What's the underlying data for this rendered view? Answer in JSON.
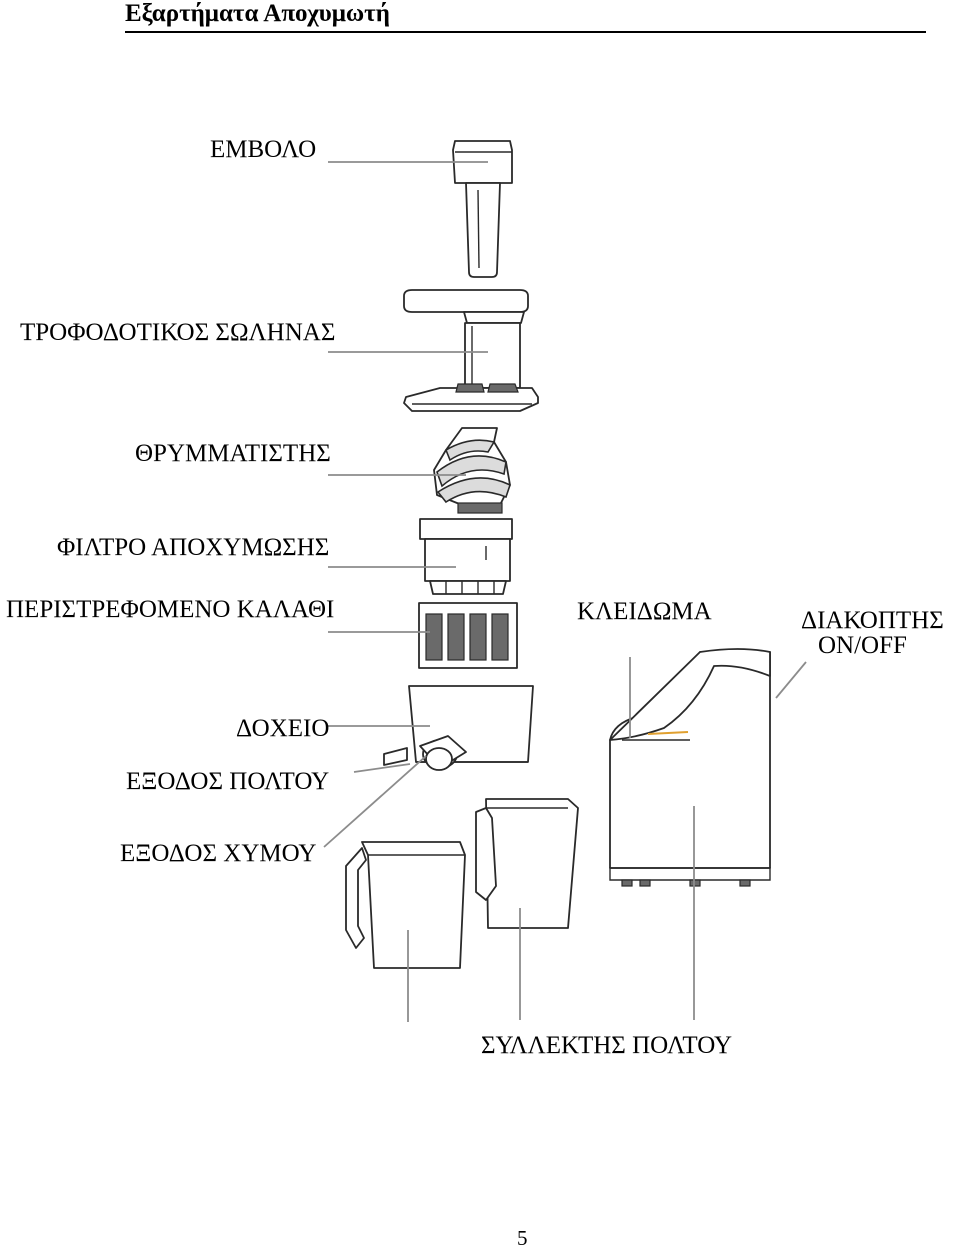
{
  "header": {
    "title": "Εξαρτήματα Αποχυμωτή"
  },
  "labels": {
    "plunger": "ΕΜΒΟΛΟ",
    "feed_tube": "ΤΡΟΦΟΔΟΤΙΚΟΣ ΣΩΛΗΝΑΣ",
    "auger": "ΘΡΥΜΜΑΤΙΣΤΗΣ",
    "juicing_filter": "ΦΙΛΤΡΟ ΑΠΟΧΥΜΩΣΗΣ",
    "rotating_basket": "ΠΕΡΙΣΤΡΕΦΟΜΕΝΟ ΚΑΛΑΘΙ",
    "lock": "ΚΛΕΙΔΩΜΑ",
    "switch_line1": "ΔΙΑΚΟΠΤΗΣ",
    "switch_line2": "ON/OFF",
    "bowl": "ΔΟΧΕΙΟ",
    "pulp_outlet": "ΕΞΟΔΟΣ ΠΟΛΤΟΥ",
    "juice_outlet": "ΕΞΟΔΟΣ ΧΥΜΟΥ",
    "pulp_collector": "ΣΥΛΛΕΚΤΗΣ ΠΟΛΤΟΥ"
  },
  "footer": {
    "page_number": "5"
  },
  "colors": {
    "line": "#2a2a2a",
    "leader": "#8c8c8c",
    "accent": "#e0a030"
  }
}
